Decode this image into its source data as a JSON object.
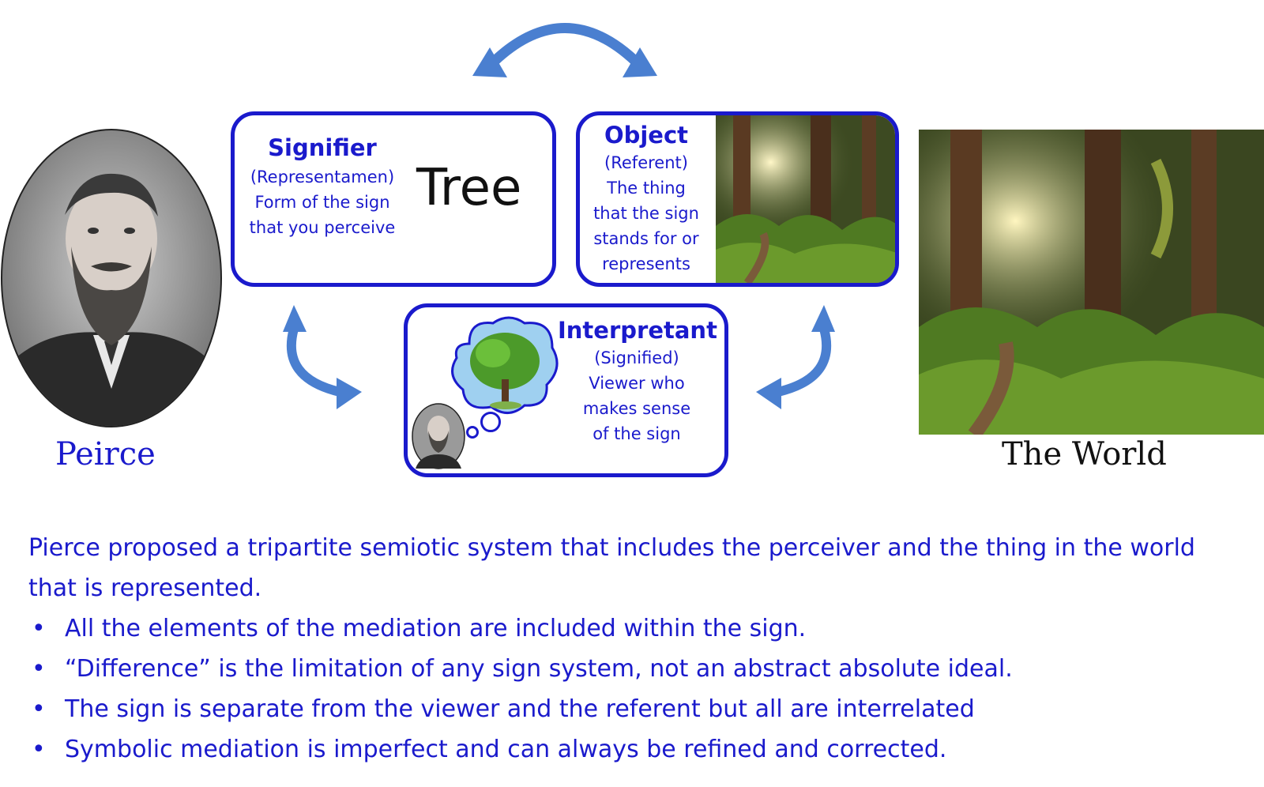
{
  "signifier": {
    "title": "Signifier",
    "lines": [
      "(Representamen)",
      "Form of the sign",
      "that you perceive"
    ],
    "word": "Tree"
  },
  "object": {
    "title": "Object",
    "lines": [
      "(Referent)",
      "The thing",
      "that the sign",
      "stands for or",
      "represents"
    ]
  },
  "interpretant": {
    "title": "Interpretant",
    "lines": [
      "(Signified)",
      "Viewer who",
      "makes sense",
      "of the sign"
    ]
  },
  "labels": {
    "peirce": "Peirce",
    "world": "The World"
  },
  "bottom": {
    "intro": "Pierce proposed a tripartite semiotic system that includes the perceiver and the thing in the world that is represented.",
    "bullets": [
      "All the elements of the mediation are included within the sign.",
      "“Difference” is the limitation of any sign system, not an abstract absolute ideal.",
      "The sign is separate from the viewer and the referent but all are interrelated",
      "Symbolic mediation is imperfect and can always be refined and corrected."
    ]
  },
  "colors": {
    "box_border": "#1a1acc",
    "text_blue": "#1a1acc",
    "arrow_blue": "#4a7fd0"
  }
}
